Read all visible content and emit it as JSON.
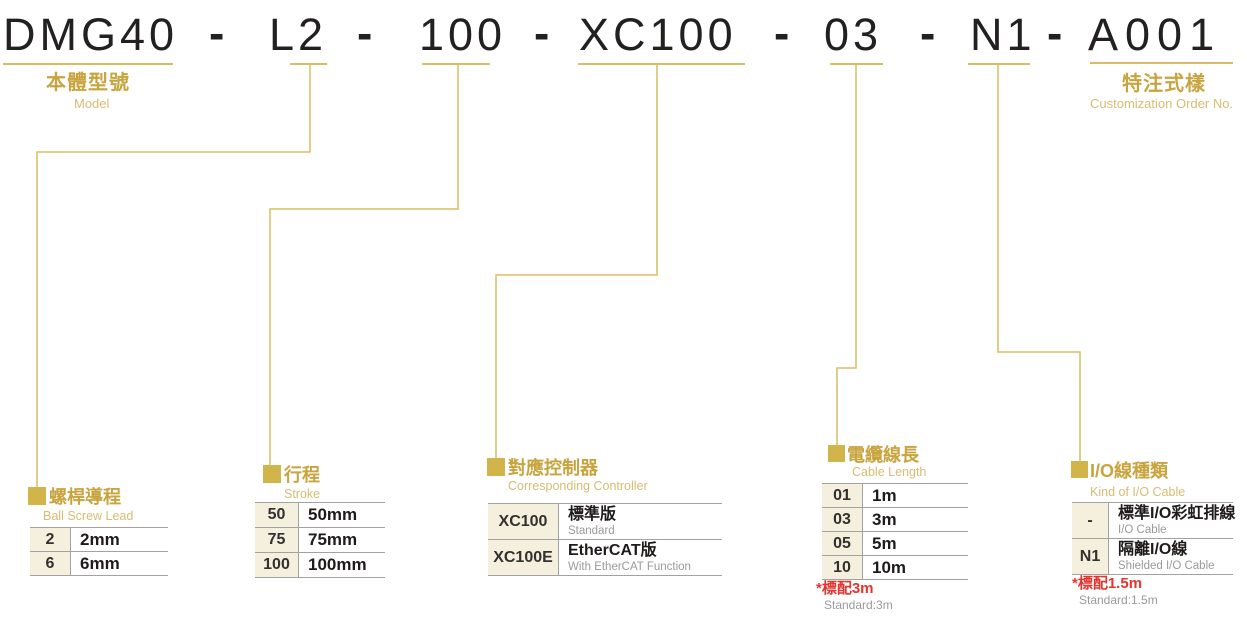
{
  "header": {
    "separator": "-",
    "segments": [
      "DMG40",
      "L2",
      "100",
      "XC100",
      "03",
      "N1",
      "A001"
    ],
    "model_label_zh": "本體型號",
    "model_label_en": "Model",
    "customization_label_zh": "特注式樣",
    "customization_label_en": "Customization Order No."
  },
  "groups": [
    {
      "title_zh": "螺桿導程",
      "title_en": "Ball Screw Lead",
      "rows": [
        {
          "code": "2",
          "value_zh": "2mm"
        },
        {
          "code": "6",
          "value_zh": "6mm"
        }
      ]
    },
    {
      "title_zh": "行程",
      "title_en": "Stroke",
      "rows": [
        {
          "code": "50",
          "value_zh": "50mm"
        },
        {
          "code": "75",
          "value_zh": "75mm"
        },
        {
          "code": "100",
          "value_zh": "100mm"
        }
      ]
    },
    {
      "title_zh": "對應控制器",
      "title_en": "Corresponding Controller",
      "rows": [
        {
          "code": "XC100",
          "value_zh": "標準版",
          "value_en": "Standard"
        },
        {
          "code": "XC100E",
          "value_zh": "EtherCAT版",
          "value_en": "With EtherCAT Function"
        }
      ]
    },
    {
      "title_zh": "電纜線長",
      "title_en": "Cable Length",
      "rows": [
        {
          "code": "01",
          "value_zh": "1m"
        },
        {
          "code": "03",
          "value_zh": "3m"
        },
        {
          "code": "05",
          "value_zh": "5m"
        },
        {
          "code": "10",
          "value_zh": "10m"
        }
      ],
      "note_zh": "*標配3m",
      "note_en": "Standard:3m"
    },
    {
      "title_zh": "I/O線種類",
      "title_en": "Kind of I/O Cable",
      "rows": [
        {
          "code": "-",
          "value_zh": "標準I/O彩虹排線",
          "value_en": "I/O Cable"
        },
        {
          "code": "N1",
          "value_zh": "隔離I/O線",
          "value_en": "Shielded I/O Cable"
        }
      ],
      "note_zh": "*標配1.5m",
      "note_en": "Standard:1.5m"
    }
  ],
  "colors": {
    "gold_line": "#D9BD62",
    "gold_square": "#D1B44A",
    "gold_text": "#C8A43E",
    "gold_text_light": "#D7BC72",
    "cell_beige": "#F5F0DD",
    "border_gray": "#A2A2A2",
    "text_dark": "#232020",
    "text_gray": "#9A9A9A",
    "note_red": "#E5332E"
  }
}
